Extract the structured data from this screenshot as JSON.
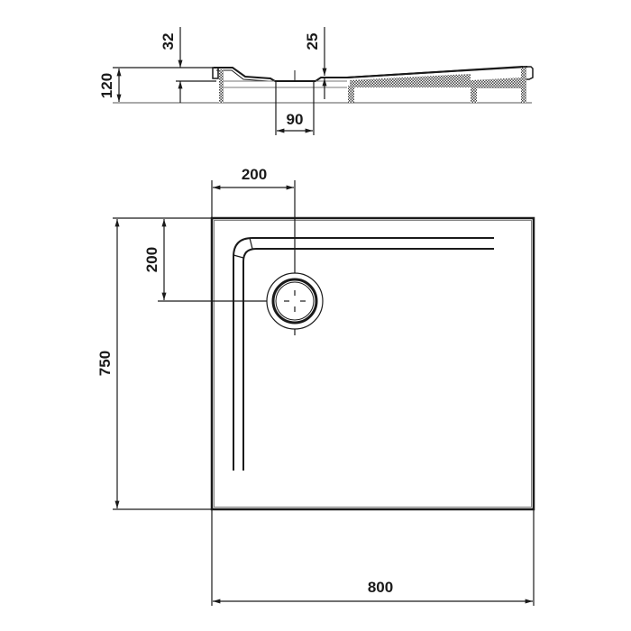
{
  "drawing": {
    "title": "Shower tray technical drawing",
    "line_color": "#1a1a1a",
    "hatch_color": "#555555",
    "background": "#ffffff"
  },
  "section_view": {
    "dimensions": {
      "total_height": "120",
      "left_drop": "32",
      "right_drop": "25",
      "drain_width": "90"
    }
  },
  "plan_view": {
    "dimensions": {
      "drain_offset_x": "200",
      "drain_offset_y": "200",
      "depth": "750",
      "width": "800"
    }
  }
}
